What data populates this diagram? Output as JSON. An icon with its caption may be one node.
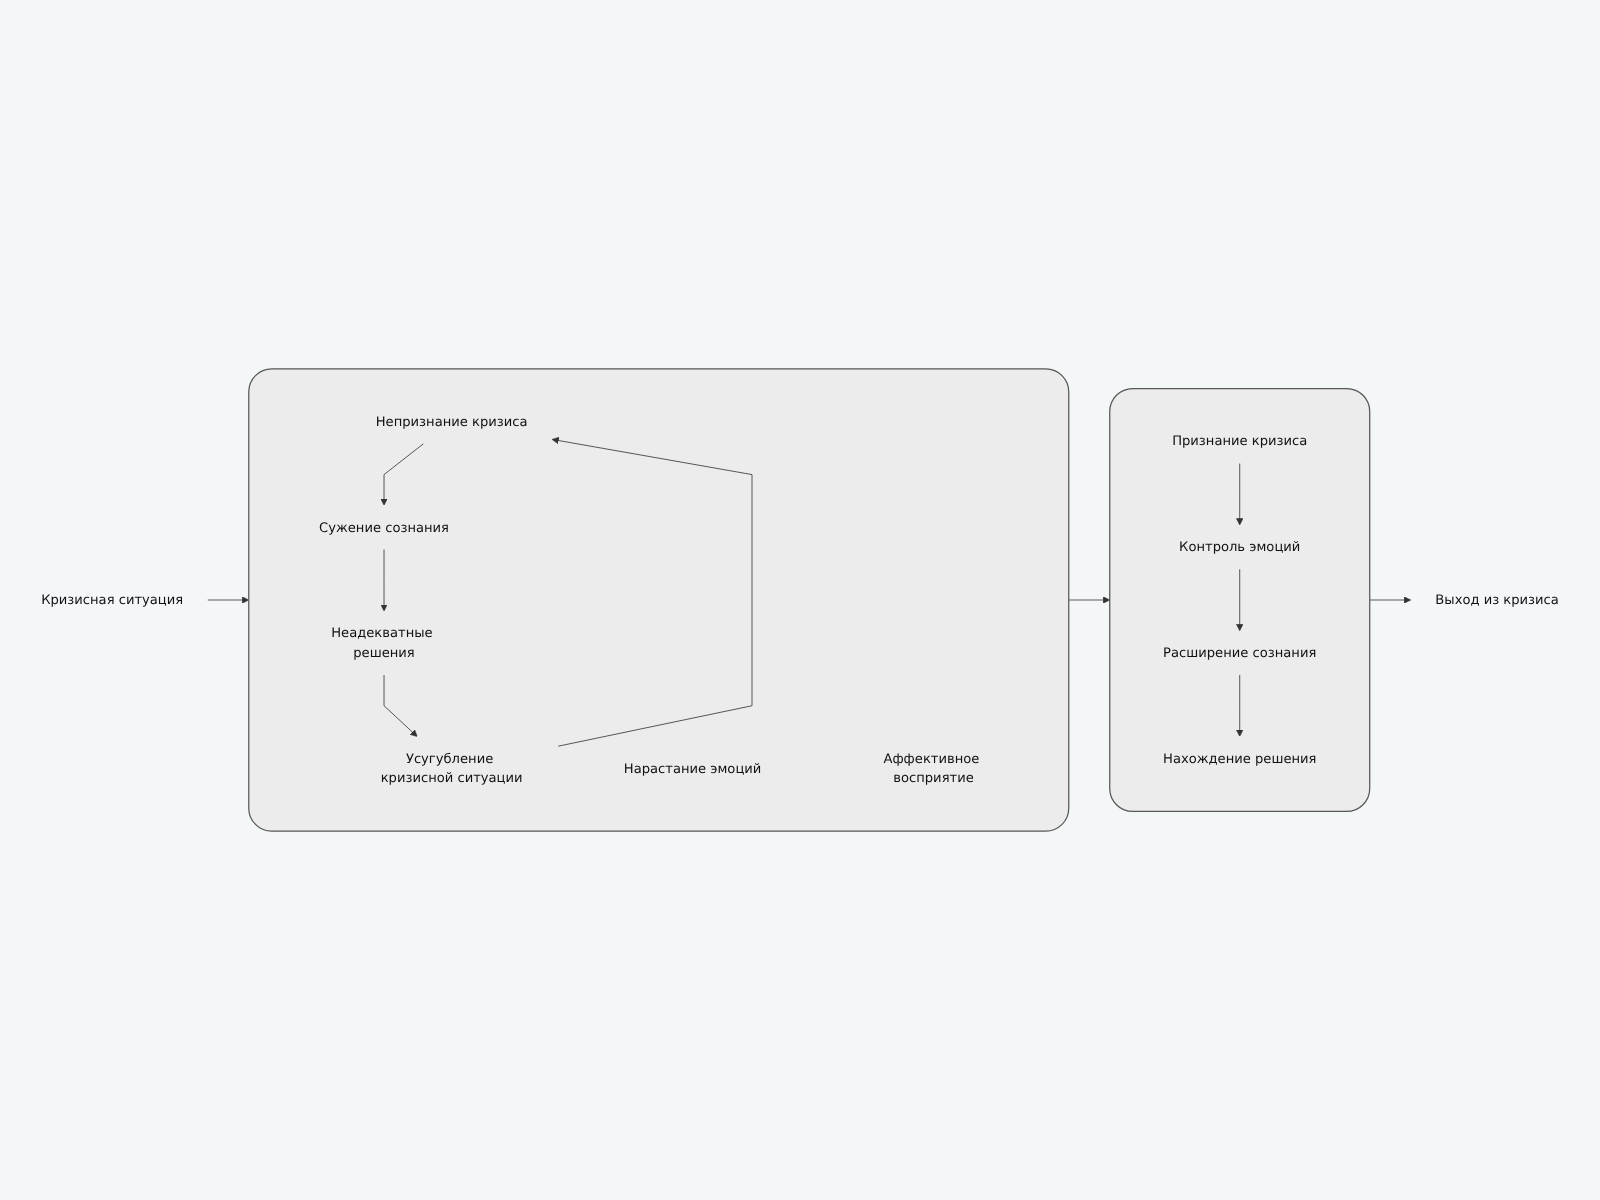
{
  "diagram": {
    "nodes": [
      {
        "text": [
          "Кризисная ситуация"
        ]
      },
      {
        "text": [],
        "shape": "box"
      },
      {
        "text": [
          "Признание кризиса"
        ],
        "in": 1
      },
      {
        "text": [
          "Контроль эмоций"
        ],
        "in": 1
      },
      {
        "text": [
          "Расширение сознания"
        ],
        "in": 1
      },
      {
        "text": [
          "Нахождение решения"
        ],
        "in": 1
      },
      {
        "text": [],
        "shape": "box"
      },
      {
        "text": [
          "Непризнание кризиса"
        ],
        "in": 6
      },
      {
        "text": [
          "Нарастание эмоций"
        ],
        "in": 6
      },
      {
        "text": [
          "Аффективное восприятие"
        ],
        "in": 6
      },
      {
        "text": [
          "Сужение сознания"
        ],
        "in": 6
      },
      {
        "text": [
          "Неадекватные решения"
        ],
        "in": 6
      },
      {
        "text": [
          "Усугубление кризисной ситуации"
        ],
        "in": 6
      },
      {
        "text": [
          "Выход из кризиса"
        ]
      }
    ],
    "edges": [
      {
        "from": 0,
        "to": 6,
        "arrow": "to"
      },
      {
        "from": 6,
        "to": 1,
        "arrow": "to"
      },
      {
        "from": 2,
        "to": 3,
        "arrow": "to"
      },
      {
        "from": 3,
        "to": 4,
        "arrow": "to"
      },
      {
        "from": 4,
        "to": 5,
        "arrow": "to"
      },
      {
        "from": 1,
        "to": 13,
        "arrow": "to"
      },
      {
        "from": 7,
        "to": 10,
        "arrow": "to"
      },
      {
        "from": 10,
        "to": 11,
        "arrow": "to"
      },
      {
        "from": 11,
        "to": 12,
        "arrow": "to"
      },
      {
        "from": 12,
        "to": 7,
        "arrow": "to"
      }
    ]
  }
}
